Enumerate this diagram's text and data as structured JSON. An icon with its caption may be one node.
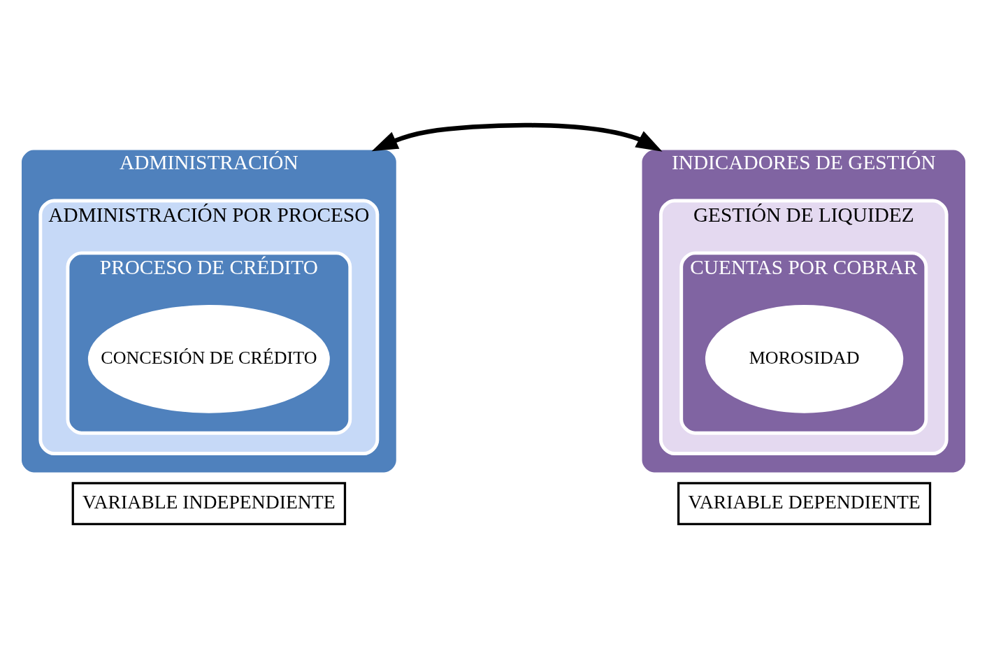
{
  "diagram": {
    "nodes": [
      {
        "text": [
          "ADMINISTRACIÓN"
        ]
      },
      {
        "text": [
          "ADMINISTRACIÓN POR PROCESO"
        ],
        "in": 0
      },
      {
        "text": [
          "PROCESO DE CRÉDITO"
        ],
        "in": 1
      },
      {
        "text": [
          "CONCESIÓN DE CRÉDITO"
        ],
        "in": 2
      },
      {
        "text": [
          "VARIABLE INDEPENDIENTE"
        ]
      },
      {
        "text": [
          "INDICADORES DE GESTIÓN"
        ]
      },
      {
        "text": [
          "GESTIÓN DE LIQUIDEZ"
        ],
        "in": 5
      },
      {
        "text": [
          "CUENTAS POR COBRAR"
        ],
        "in": 6
      },
      {
        "text": [
          "MOROSIDAD"
        ],
        "in": 7
      },
      {
        "text": [
          "VARIABLE DEPENDIENTE"
        ]
      }
    ],
    "edges": [
      {
        "from": 0,
        "to": 5,
        "arrow": "both"
      }
    ]
  }
}
